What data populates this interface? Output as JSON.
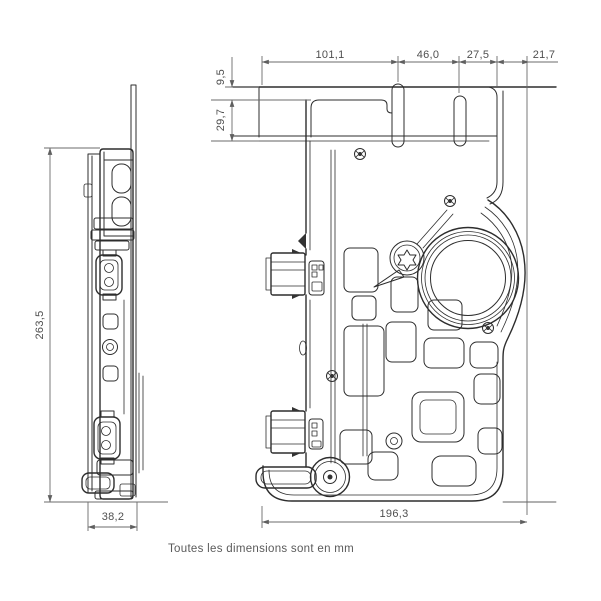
{
  "note": "Toutes les dimensions sont en mm",
  "unit": "mm",
  "dimensions": {
    "top_chain": {
      "d101": "101,1",
      "d46": "46,0",
      "d27": "27,5",
      "d21": "21,7"
    },
    "left_top": {
      "d9": "9,5",
      "d29": "29,7"
    },
    "height_total": "263,5",
    "side_depth": "38,2",
    "front_width": "196,3"
  }
}
